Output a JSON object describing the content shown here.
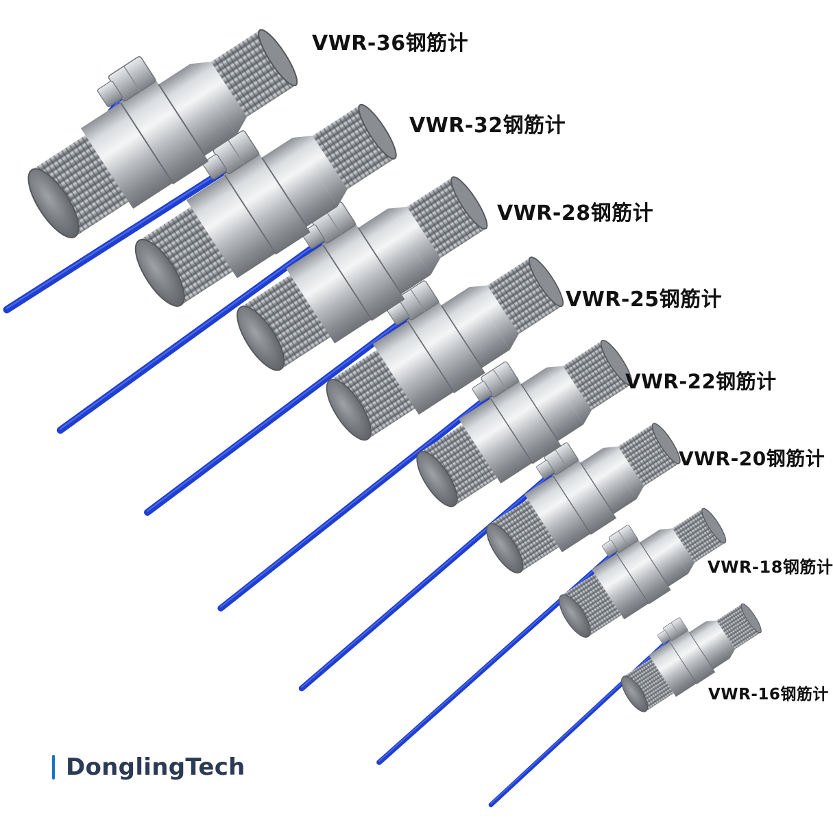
{
  "brand": {
    "name": "DonglingTech",
    "accent_color": "#1a73c9"
  },
  "colors": {
    "cable": "#1f3fd0",
    "steel": "#b9bcbf"
  },
  "sensors": [
    {
      "label": "VWR-36钢筋计"
    },
    {
      "label": "VWR-32钢筋计"
    },
    {
      "label": "VWR-28钢筋计"
    },
    {
      "label": "VWR-25钢筋计"
    },
    {
      "label": "VWR-22钢筋计"
    },
    {
      "label": "VWR-20钢筋计"
    },
    {
      "label": "VWR-18钢筋计"
    },
    {
      "label": "VWR-16钢筋计"
    }
  ]
}
